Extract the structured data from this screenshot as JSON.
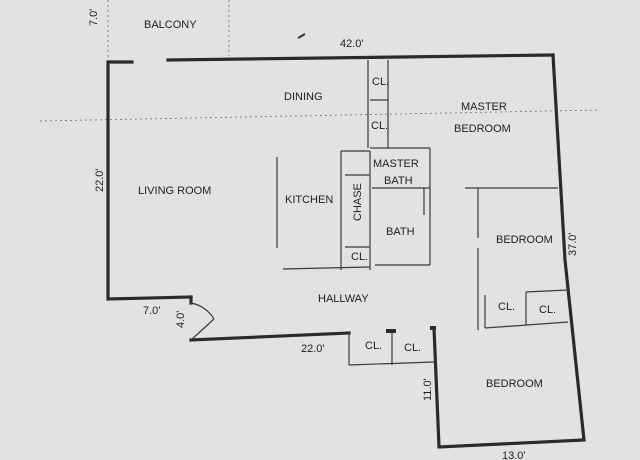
{
  "rooms": {
    "balcony": "BALCONY",
    "dining": "DINING",
    "closet_1": "CL.",
    "closet_2": "CL.",
    "master_bedroom_line1": "MASTER",
    "master_bedroom_line2": "BEDROOM",
    "master_bath_line1": "MASTER",
    "master_bath_line2": "BATH",
    "living_room": "LIVING ROOM",
    "kitchen": "KITCHEN",
    "chase": "CHASE",
    "bath": "BATH",
    "kitchen_closet": "CL.",
    "bedroom_2": "BEDROOM",
    "hallway": "HALLWAY",
    "bedroom_2_closet_1": "CL.",
    "bedroom_2_closet_2": "CL.",
    "hall_closet_1": "CL.",
    "hall_closet_2": "CL.",
    "bedroom_3": "BEDROOM"
  },
  "dimensions": {
    "balcony_depth": "7.0'",
    "top_width": "42.0'",
    "left_height": "22.0'",
    "right_height": "37.0'",
    "entry_width": "7.0'",
    "door_width": "4.0'",
    "bottom_width": "22.0'",
    "bedroom_depth": "11.0'",
    "bedroom_width": "13.0'"
  }
}
